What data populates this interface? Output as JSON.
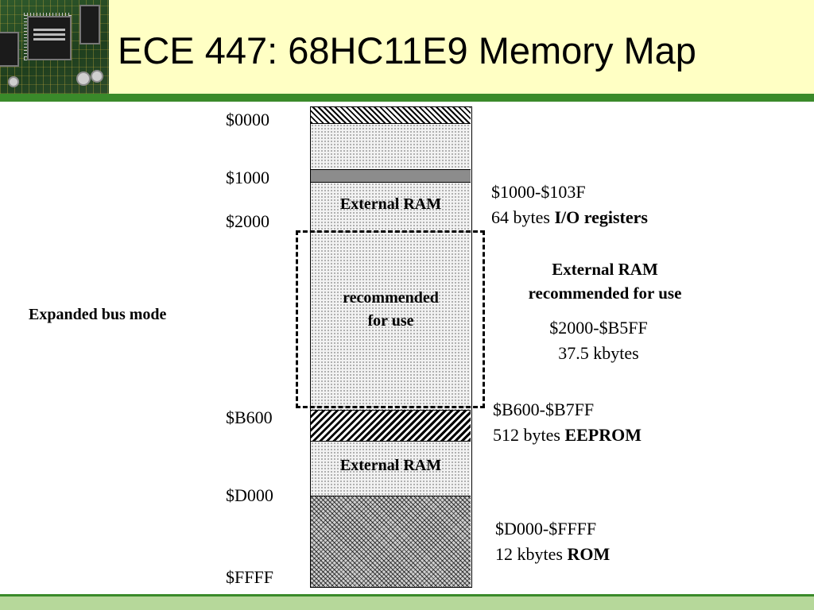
{
  "slide": {
    "title": "ECE 447: 68HC11E9 Memory Map",
    "mode_label": "Expanded bus mode"
  },
  "memory_map": {
    "addresses": {
      "a0000": "$0000",
      "a1000": "$1000",
      "a2000": "$2000",
      "aB600": "$B600",
      "aD000": "$D000",
      "aFFFF": "$FFFF"
    },
    "block_labels": {
      "external_ram_upper": "External RAM",
      "recommended_line1": "recommended",
      "recommended_line2": "for use",
      "external_ram_lower": "External RAM"
    },
    "notes": {
      "io": {
        "range": "$1000-$103F",
        "size": "64 bytes",
        "name": "I/O registers"
      },
      "ram": {
        "title_line1": "External RAM",
        "title_line2": "recommended for use",
        "range": "$2000-$B5FF",
        "size": "37.5 kbytes"
      },
      "eeprom": {
        "range": "$B600-$B7FF",
        "size": "512 bytes",
        "name": "EEPROM"
      },
      "rom": {
        "range": "$D000-$FFFF",
        "size": "12 kbytes",
        "name": "ROM"
      }
    }
  }
}
